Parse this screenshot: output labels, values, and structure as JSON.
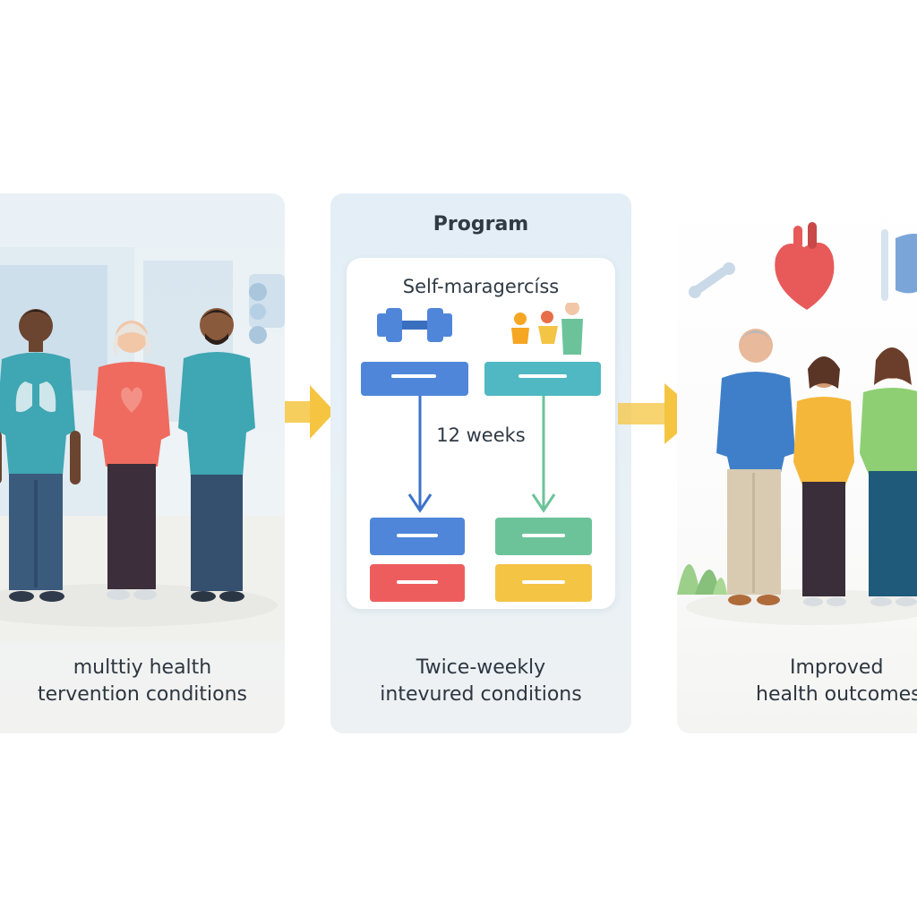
{
  "panels": {
    "left": {
      "caption_line1": "multtiy health",
      "caption_line2": "tervention conditions"
    },
    "middle": {
      "title": "Program",
      "card_title": "Self-maragercíss",
      "duration": "12 weeks",
      "caption_line1": "Twice-weekly",
      "caption_line2": "intevured conditions"
    },
    "right": {
      "caption_line1": "Improved",
      "caption_line2": "health outcomes"
    }
  },
  "colors": {
    "blue": "#4f86d9",
    "teal": "#4fb8c2",
    "green": "#6cc39a",
    "red": "#ee5d5d",
    "yellow": "#f4c445",
    "arrow": "#f5c542"
  },
  "icons": [
    "lungs-icon",
    "heart-icon",
    "dumbbell-icon",
    "family-icon",
    "bone-icon",
    "heart-organ-icon",
    "joint-icon"
  ]
}
